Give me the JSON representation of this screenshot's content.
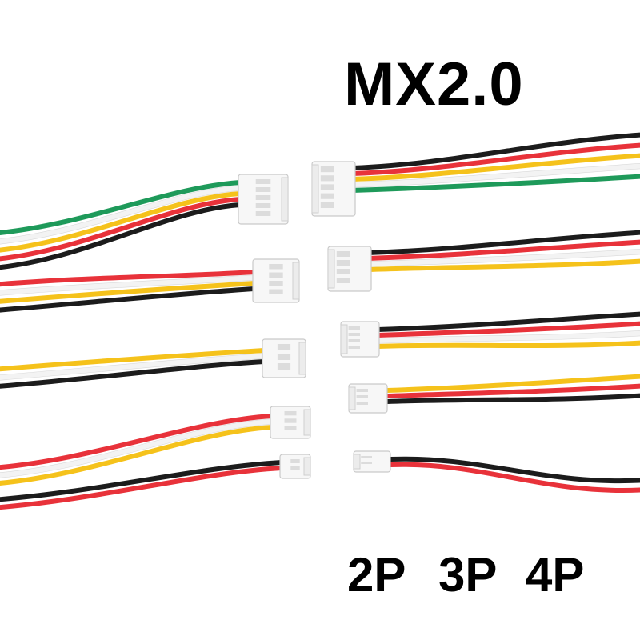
{
  "title": "MX2.0",
  "labels": [
    "2P",
    "3P",
    "4P"
  ],
  "colors": {
    "red": "#e8323a",
    "black": "#1c1c1c",
    "white": "#f3f3f3",
    "yellow": "#f5c21b",
    "green": "#1e9a5a",
    "connector": "#f7f7f7"
  }
}
